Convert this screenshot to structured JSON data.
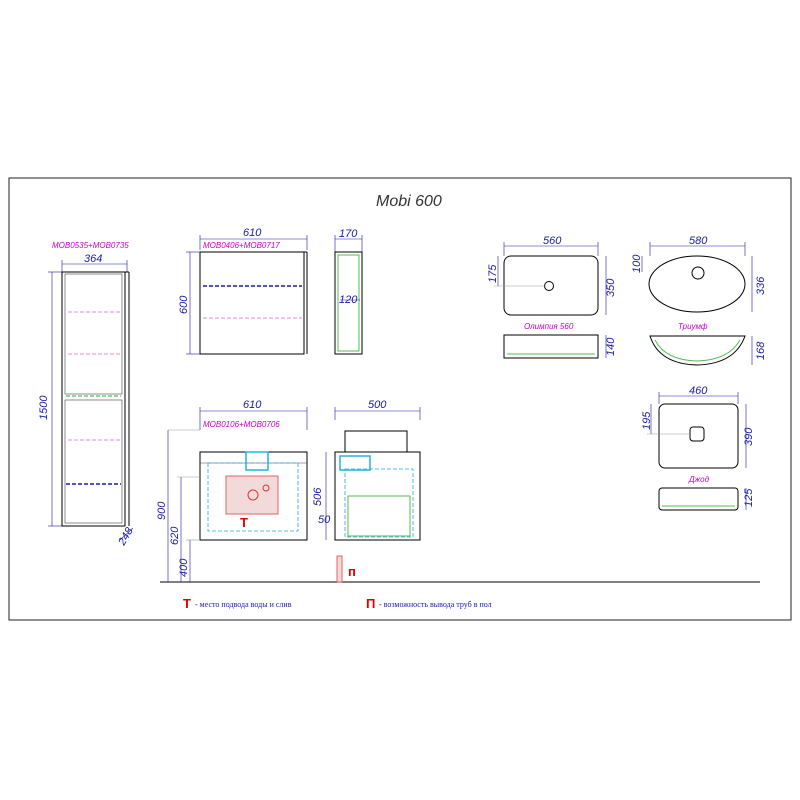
{
  "title": "Mobi 600",
  "codes": {
    "column": "MOB0535+MOB0735",
    "mirror": "MOB0406+MOB0717",
    "cabinet": "MOB0106+MOB0706"
  },
  "sink_names": {
    "olympia": "Олимпия 560",
    "triumph": "Триумф",
    "jod": "Джод"
  },
  "dims": {
    "column_width": "364",
    "column_height": "1500",
    "column_depth": "248",
    "mirror_width": "610",
    "mirror_height": "600",
    "mirror_depth": "170",
    "mirror_shelf": "120",
    "cabinet_width": "610",
    "cabinet_depth": "500",
    "cabinet_height": "506",
    "h900": "900",
    "h620": "620",
    "h400": "400",
    "d50": "50",
    "olympia_width": "560",
    "olympia_offset": "175",
    "olympia_depth": "350",
    "olympia_height": "140",
    "triumph_width": "580",
    "triumph_offset": "100",
    "triumph_depth": "336",
    "triumph_height": "168",
    "jod_width": "460",
    "jod_offset": "195",
    "jod_depth": "390",
    "jod_height": "125"
  },
  "legend": {
    "t_symbol": "Т",
    "t_text": "- место подвода воды и слив",
    "p_symbol": "П",
    "p_text": "- возможность вывода труб в пол"
  },
  "markers": {
    "t": "Т",
    "p": "п"
  }
}
